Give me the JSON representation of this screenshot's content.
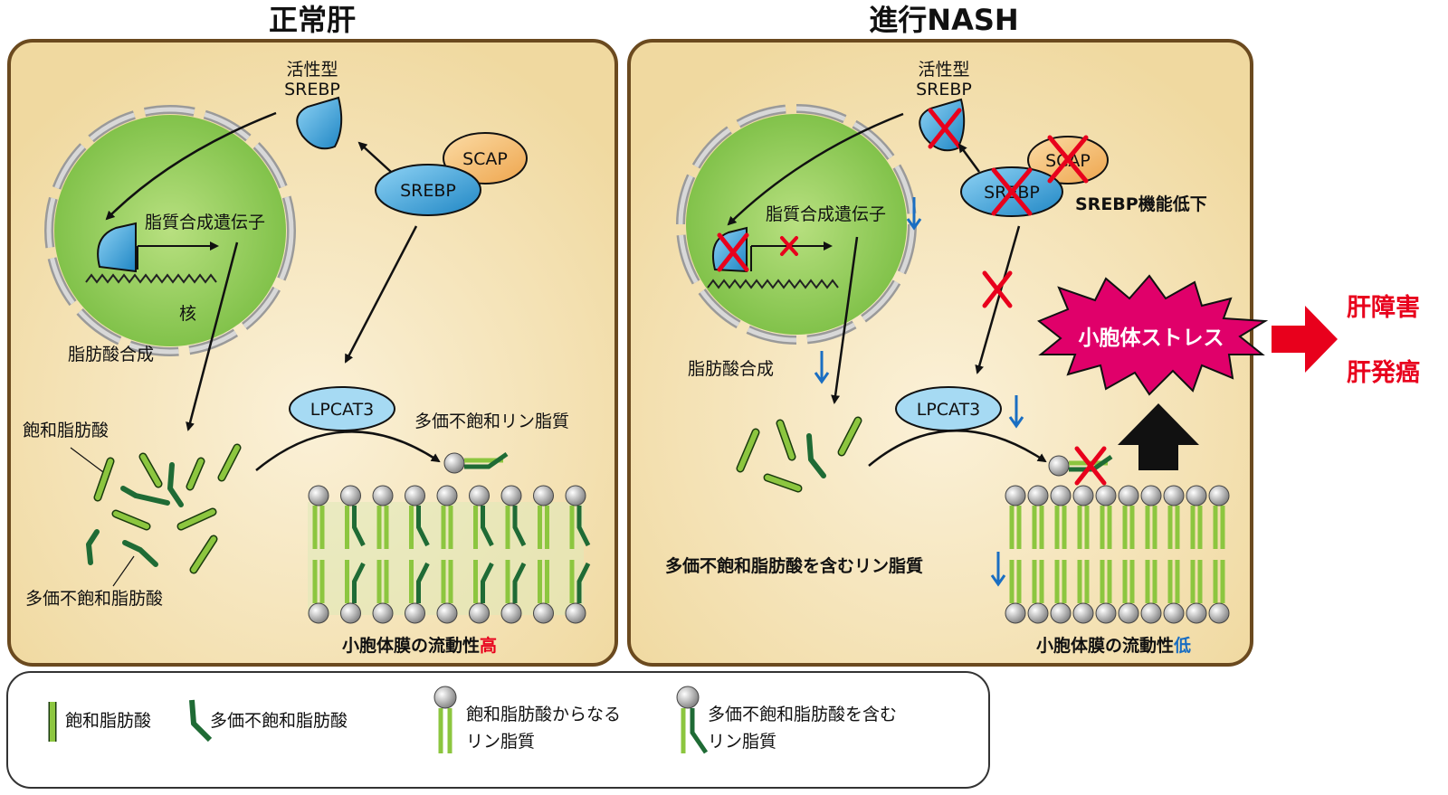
{
  "panels": {
    "normal": {
      "title": "正常肝",
      "active_srebp_line1": "活性型",
      "active_srebp_line2": "SREBP",
      "scap": "SCAP",
      "srebp": "SREBP",
      "gene": "脂質合成遺伝子",
      "nucleus": "核",
      "fa_synthesis": "脂肪酸合成",
      "lpcat3": "LPCAT3",
      "pufa_pl": "多価不飽和リン脂質",
      "sfa": "飽和脂肪酸",
      "pufa": "多価不飽和脂肪酸",
      "membrane_caption": "小胞体膜の流動性",
      "membrane_level": "高"
    },
    "nash": {
      "title": "進行NASH",
      "active_srebp_line1": "活性型",
      "active_srebp_line2": "SREBP",
      "scap": "SCAP",
      "srebp": "SREBP",
      "srebp_down": "SREBP機能低下",
      "gene": "脂質合成遺伝子",
      "fa_synthesis": "脂肪酸合成",
      "lpcat3": "LPCAT3",
      "pufa_pl_down": "多価不飽和脂肪酸を含むリン脂質",
      "stress": "小胞体ストレス",
      "outcome1": "肝障害",
      "outcome2": "肝発癌",
      "membrane_caption": "小胞体膜の流動性",
      "membrane_level": "低"
    }
  },
  "legend": {
    "sfa": "飽和脂肪酸",
    "pufa": "多価不飽和脂肪酸",
    "sfa_pl_line1": "飽和脂肪酸からなる",
    "sfa_pl_line2": "リン脂質",
    "pufa_pl_line1": "多価不飽和脂肪酸を含む",
    "pufa_pl_line2": "リン脂質"
  },
  "colors": {
    "panel_fill": "#f3dea6",
    "panel_border": "#6b4a1f",
    "nucleus": "#8fcb5a",
    "srebp_blue": "#3aa0d8",
    "scap_orange": "#f2b261",
    "lpcat3_blue": "#8fd0f0",
    "sfa_green": "#8cc63f",
    "pufa_green": "#1f6b35",
    "cross_red": "#e8001c",
    "down_arrow_blue": "#1a6ec2",
    "stress_magenta": "#e0006a"
  }
}
